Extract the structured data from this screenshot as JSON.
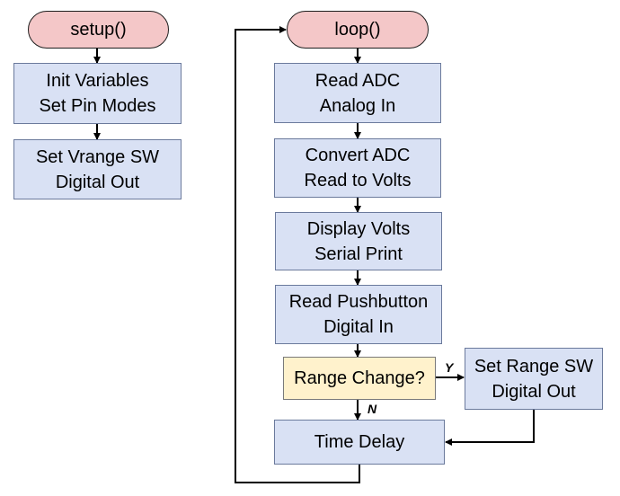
{
  "flowchart": {
    "setup": {
      "start": "setup()",
      "init": [
        "Init Variables",
        "Set Pin Modes"
      ],
      "vrange": [
        "Set Vrange SW",
        "Digital Out"
      ]
    },
    "loop": {
      "start": "loop()",
      "read_adc": [
        "Read ADC",
        "Analog In"
      ],
      "convert": [
        "Convert ADC",
        "Read to Volts"
      ],
      "display": [
        "Display Volts",
        "Serial Print"
      ],
      "pushbutton": [
        "Read Pushbutton",
        "Digital In"
      ],
      "decision": "Range Change?",
      "set_range": [
        "Set Range SW",
        "Digital Out"
      ],
      "delay": "Time Delay",
      "yes_label": "Y",
      "no_label": "N"
    }
  }
}
